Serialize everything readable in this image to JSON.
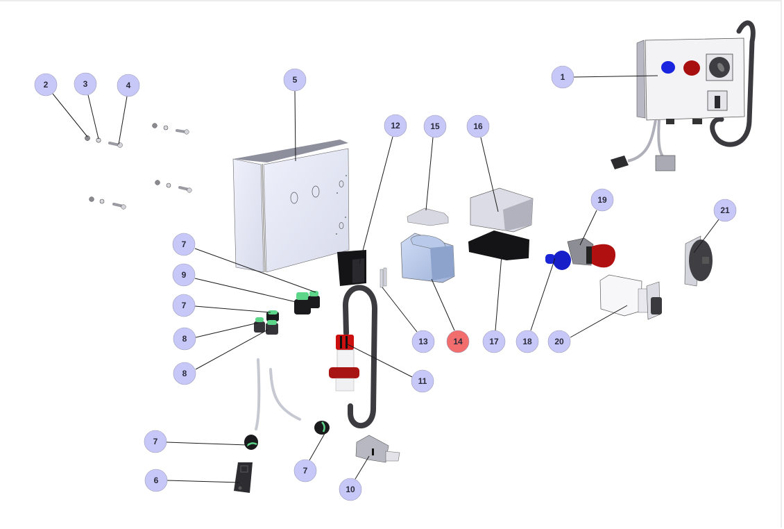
{
  "diagram": {
    "type": "exploded-parts-view",
    "colors": {
      "callout_fill": "#c8c8f8",
      "callout_highlight_fill": "#f26d6d",
      "callout_text": "#2a2a3a",
      "leader_line": "#1a1a1a"
    },
    "callouts": [
      {
        "id": "c1",
        "label": "1",
        "highlighted": false
      },
      {
        "id": "c2",
        "label": "2",
        "highlighted": false
      },
      {
        "id": "c3",
        "label": "3",
        "highlighted": false
      },
      {
        "id": "c4",
        "label": "4",
        "highlighted": false
      },
      {
        "id": "c5",
        "label": "5",
        "highlighted": false
      },
      {
        "id": "c6",
        "label": "6",
        "highlighted": false
      },
      {
        "id": "c7a",
        "label": "7",
        "highlighted": false
      },
      {
        "id": "c7b",
        "label": "7",
        "highlighted": false
      },
      {
        "id": "c7c",
        "label": "7",
        "highlighted": false
      },
      {
        "id": "c7d",
        "label": "7",
        "highlighted": false
      },
      {
        "id": "c8a",
        "label": "8",
        "highlighted": false
      },
      {
        "id": "c8b",
        "label": "8",
        "highlighted": false
      },
      {
        "id": "c9",
        "label": "9",
        "highlighted": false
      },
      {
        "id": "c10",
        "label": "10",
        "highlighted": false
      },
      {
        "id": "c11",
        "label": "11",
        "highlighted": false
      },
      {
        "id": "c12",
        "label": "12",
        "highlighted": false
      },
      {
        "id": "c13",
        "label": "13",
        "highlighted": false
      },
      {
        "id": "c14",
        "label": "14",
        "highlighted": true
      },
      {
        "id": "c15",
        "label": "15",
        "highlighted": false
      },
      {
        "id": "c16",
        "label": "16",
        "highlighted": false
      },
      {
        "id": "c17",
        "label": "17",
        "highlighted": false
      },
      {
        "id": "c18",
        "label": "18",
        "highlighted": false
      },
      {
        "id": "c19",
        "label": "19",
        "highlighted": false
      },
      {
        "id": "c20",
        "label": "20",
        "highlighted": false
      },
      {
        "id": "c21",
        "label": "21",
        "highlighted": false
      }
    ],
    "parts": [
      {
        "name": "assembled-control-box",
        "callout": "1"
      },
      {
        "name": "nut",
        "callout": "2"
      },
      {
        "name": "washer",
        "callout": "3"
      },
      {
        "name": "bolt",
        "callout": "4"
      },
      {
        "name": "enclosure-box",
        "callout": "5"
      },
      {
        "name": "cable-clip",
        "callout": "6"
      },
      {
        "name": "cable-gland",
        "callout": "7"
      },
      {
        "name": "cable-gland-small",
        "callout": "8"
      },
      {
        "name": "cable-gland-large",
        "callout": "9"
      },
      {
        "name": "connector-plug",
        "callout": "10"
      },
      {
        "name": "power-plug",
        "callout": "11"
      },
      {
        "name": "black-block",
        "callout": "12"
      },
      {
        "name": "pins",
        "callout": "13"
      },
      {
        "name": "transformer",
        "callout": "14"
      },
      {
        "name": "terminal-cover",
        "callout": "15"
      },
      {
        "name": "relay-housing",
        "callout": "16"
      },
      {
        "name": "relay-base",
        "callout": "17"
      },
      {
        "name": "blue-push-button",
        "callout": "18"
      },
      {
        "name": "emergency-stop-button",
        "callout": "19"
      },
      {
        "name": "rotary-selector-switch",
        "callout": "20"
      },
      {
        "name": "knob-dial",
        "callout": "21"
      }
    ]
  }
}
